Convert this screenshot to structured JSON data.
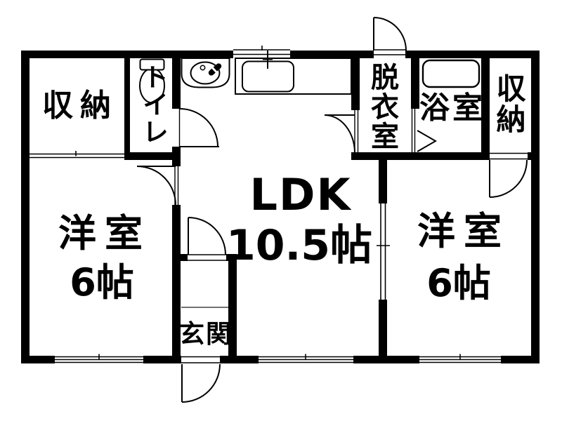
{
  "floorplan": {
    "type": "apartment-floor-plan",
    "rooms": [
      {
        "name": "storage-top-left",
        "label": "収納"
      },
      {
        "name": "toilet",
        "label": "トイレ",
        "text_direction": "vertical"
      },
      {
        "name": "ldk",
        "label": "LDK",
        "size": "10.5帖"
      },
      {
        "name": "dressing-room",
        "label": "脱衣室",
        "text_direction": "vertical"
      },
      {
        "name": "bathroom",
        "label": "浴室"
      },
      {
        "name": "storage-top-right",
        "label": "収納",
        "text_direction": "vertical"
      },
      {
        "name": "western-room-left",
        "label": "洋室",
        "size": "6帖"
      },
      {
        "name": "western-room-right",
        "label": "洋室",
        "size": "6帖"
      },
      {
        "name": "entrance",
        "label": "玄関"
      }
    ],
    "fixtures": [
      {
        "name": "toilet-bowl-icon"
      },
      {
        "name": "washbasin-icon"
      },
      {
        "name": "kitchen-counter-sink-icon"
      },
      {
        "name": "bathtub-icon"
      },
      {
        "name": "folding-door-icon"
      }
    ],
    "colors": {
      "wall": "#000000",
      "background": "#ffffff",
      "lines": "#000000"
    }
  }
}
